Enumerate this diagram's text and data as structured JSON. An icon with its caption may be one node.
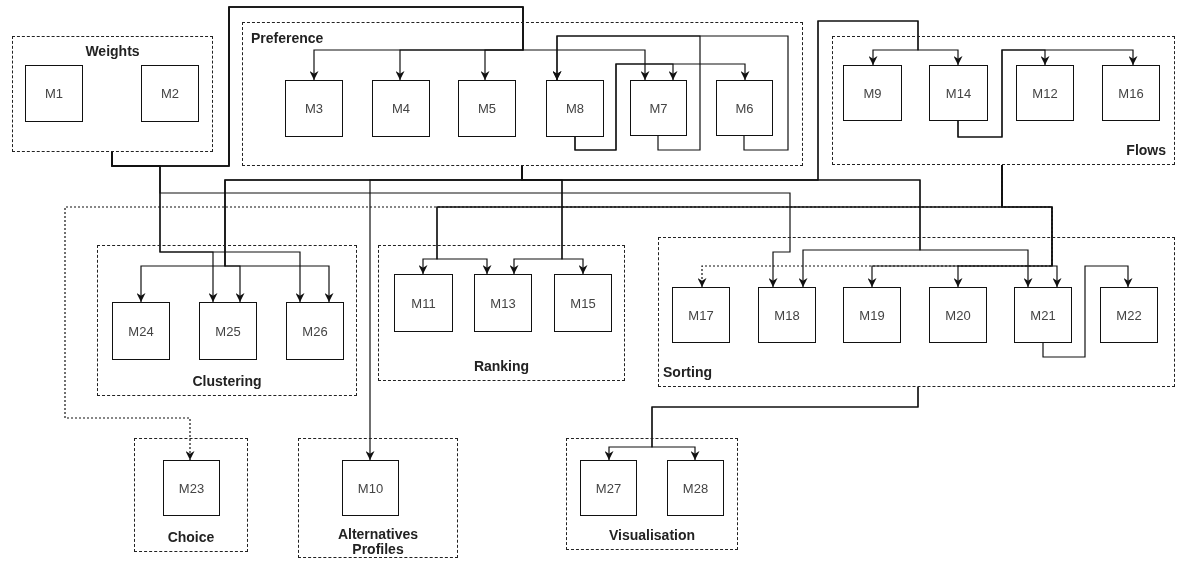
{
  "diagram": {
    "nodes": [
      {
        "text": [
          "Weights"
        ]
      },
      {
        "text": [
          "M1"
        ],
        "in": 0
      },
      {
        "text": [
          "M2"
        ],
        "in": 0
      },
      {
        "text": [
          "Preference"
        ]
      },
      {
        "text": [
          "M3"
        ],
        "in": 3
      },
      {
        "text": [
          "M4"
        ],
        "in": 3
      },
      {
        "text": [
          "M5"
        ],
        "in": 3
      },
      {
        "text": [
          "M8"
        ],
        "in": 3
      },
      {
        "text": [
          "M7"
        ],
        "in": 3
      },
      {
        "text": [
          "M6"
        ],
        "in": 3
      },
      {
        "text": [
          "Flows"
        ]
      },
      {
        "text": [
          "M9"
        ],
        "in": 10
      },
      {
        "text": [
          "M14"
        ],
        "in": 10
      },
      {
        "text": [
          "M12"
        ],
        "in": 10
      },
      {
        "text": [
          "M16"
        ],
        "in": 10
      },
      {
        "text": [
          "Clustering"
        ]
      },
      {
        "text": [
          "M24"
        ],
        "in": 15
      },
      {
        "text": [
          "M25"
        ],
        "in": 15
      },
      {
        "text": [
          "M26"
        ],
        "in": 15
      },
      {
        "text": [
          "Ranking"
        ]
      },
      {
        "text": [
          "M11"
        ],
        "in": 19
      },
      {
        "text": [
          "M13"
        ],
        "in": 19
      },
      {
        "text": [
          "M15"
        ],
        "in": 19
      },
      {
        "text": [
          "Sorting"
        ]
      },
      {
        "text": [
          "M17"
        ],
        "in": 23
      },
      {
        "text": [
          "M18"
        ],
        "in": 23
      },
      {
        "text": [
          "M19"
        ],
        "in": 23
      },
      {
        "text": [
          "M20"
        ],
        "in": 23
      },
      {
        "text": [
          "M21"
        ],
        "in": 23
      },
      {
        "text": [
          "M22"
        ],
        "in": 23
      },
      {
        "text": [
          "Choice"
        ]
      },
      {
        "text": [
          "M23"
        ],
        "in": 30
      },
      {
        "text": [
          "Alternatives Profiles"
        ]
      },
      {
        "text": [
          "M10"
        ],
        "in": 32
      },
      {
        "text": [
          "Visualisation"
        ]
      },
      {
        "text": [
          "M27"
        ],
        "in": 34
      },
      {
        "text": [
          "M28"
        ],
        "in": 34
      }
    ],
    "edges": [
      {
        "from": 0,
        "to": 4,
        "arrow": "to"
      },
      {
        "from": 0,
        "to": 5,
        "arrow": "to"
      },
      {
        "from": 0,
        "to": 6,
        "arrow": "to"
      },
      {
        "from": 0,
        "to": 8,
        "arrow": "to"
      },
      {
        "from": 8,
        "to": 7,
        "arrow": "to"
      },
      {
        "from": 9,
        "to": 7,
        "arrow": "to"
      },
      {
        "from": 7,
        "to": 8,
        "arrow": "to"
      },
      {
        "from": 7,
        "to": 9,
        "arrow": "to"
      },
      {
        "from": 0,
        "to": 17,
        "arrow": "to"
      },
      {
        "from": 0,
        "to": 18,
        "arrow": "to"
      },
      {
        "from": 0,
        "to": 25,
        "arrow": "to"
      },
      {
        "from": 3,
        "to": 16,
        "arrow": "to"
      },
      {
        "from": 3,
        "to": 17,
        "arrow": "to"
      },
      {
        "from": 3,
        "to": 18,
        "arrow": "to"
      },
      {
        "from": 3,
        "to": 33,
        "arrow": "to"
      },
      {
        "from": 3,
        "to": 21,
        "arrow": "to"
      },
      {
        "from": 3,
        "to": 22,
        "arrow": "to"
      },
      {
        "from": 3,
        "to": 11,
        "arrow": "to"
      },
      {
        "from": 3,
        "to": 12,
        "arrow": "to"
      },
      {
        "from": 3,
        "to": 25,
        "arrow": "to"
      },
      {
        "from": 3,
        "to": 28,
        "arrow": "to"
      },
      {
        "from": 12,
        "to": 13,
        "arrow": "to"
      },
      {
        "from": 12,
        "to": 14,
        "arrow": "to"
      },
      {
        "from": 10,
        "to": 31,
        "arrow": "to",
        "style": "dashed"
      },
      {
        "from": 10,
        "to": 20,
        "arrow": "to"
      },
      {
        "from": 10,
        "to": 21,
        "arrow": "to"
      },
      {
        "from": 10,
        "to": 24,
        "arrow": "to",
        "style": "dashed"
      },
      {
        "from": 10,
        "to": 26,
        "arrow": "to"
      },
      {
        "from": 10,
        "to": 27,
        "arrow": "to"
      },
      {
        "from": 10,
        "to": 28,
        "arrow": "to"
      },
      {
        "from": 28,
        "to": 29,
        "arrow": "to"
      },
      {
        "from": 23,
        "to": 35,
        "arrow": "to"
      },
      {
        "from": 23,
        "to": 36,
        "arrow": "to"
      }
    ]
  }
}
